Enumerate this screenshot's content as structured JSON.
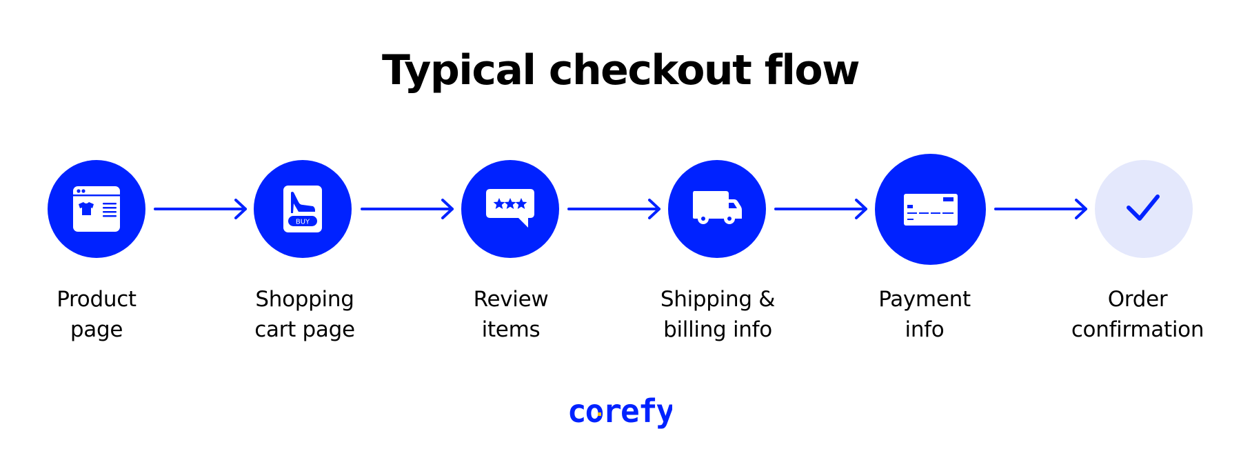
{
  "title": "Typical checkout flow",
  "colors": {
    "accent": "#0022FF",
    "completed_bg": "#E4E8FC",
    "text": "#000000",
    "logo_dot": "#FFC400"
  },
  "steps": [
    {
      "icon": "product-page-icon",
      "label_line1": "Product",
      "label_line2": "page",
      "state": "active"
    },
    {
      "icon": "shopping-cart-page-icon",
      "label_line1": "Shopping",
      "label_line2": "cart page",
      "state": "active",
      "badge": "BUY"
    },
    {
      "icon": "review-stars-icon",
      "label_line1": "Review",
      "label_line2": "items",
      "state": "active"
    },
    {
      "icon": "delivery-truck-icon",
      "label_line1": "Shipping &",
      "label_line2": "billing info",
      "state": "active"
    },
    {
      "icon": "credit-card-icon",
      "label_line1": "Payment",
      "label_line2": "info",
      "state": "highlighted"
    },
    {
      "icon": "checkmark-icon",
      "label_line1": "Order",
      "label_line2": "confirmation",
      "state": "completed"
    }
  ],
  "logo": {
    "text": "corefy"
  }
}
